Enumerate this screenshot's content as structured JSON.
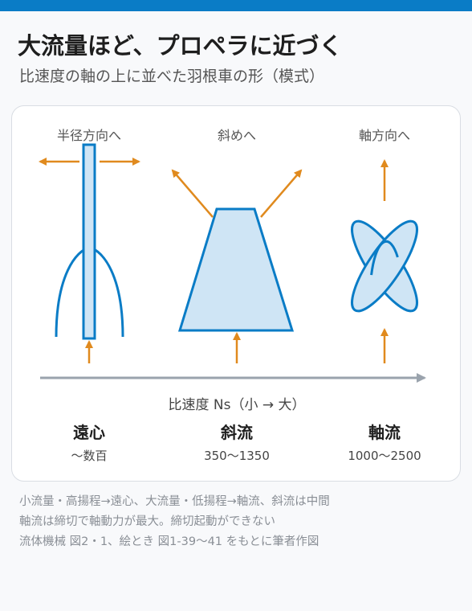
{
  "title": "大流量ほど、プロペラに近づく",
  "subtitle": "比速度の軸の上に並べた羽根車の形（模式）",
  "colors": {
    "accent_bar": "#0a7cc6",
    "impeller_stroke": "#0a7cc6",
    "impeller_fill": "#cfe5f5",
    "arrow": "#e08a1e",
    "axis": "#9aa3ad"
  },
  "columns": [
    {
      "direction": "半径方向へ",
      "type": "遠心",
      "range": "〜数百"
    },
    {
      "direction": "斜めへ",
      "type": "斜流",
      "range": "350〜1350"
    },
    {
      "direction": "軸方向へ",
      "type": "軸流",
      "range": "1000〜2500"
    }
  ],
  "axis_label": "比速度 Ns（小 → 大）",
  "notes": [
    "小流量・高揚程→遠心、大流量・低揚程→軸流、斜流は中間",
    "軸流は締切で軸動力が最大。締切起動ができない",
    "流体機械 図2・1、絵とき 図1-39〜41 をもとに筆者作図"
  ]
}
